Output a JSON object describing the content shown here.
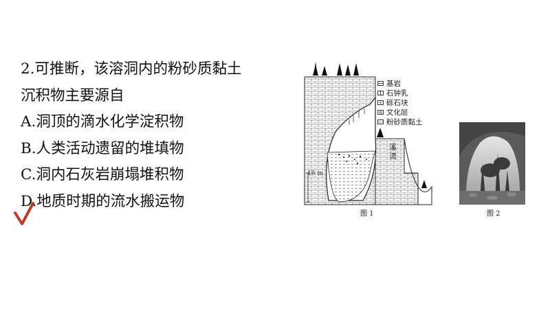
{
  "question": {
    "stem_line1": "2.可推断，该溶洞内的粉砂质黏土",
    "stem_line2": "沉积物主要源自",
    "options": [
      {
        "letter": "A",
        "text": "A.洞顶的滴水化学淀积物"
      },
      {
        "letter": "B",
        "text": "B.人类活动遗留的堆填物"
      },
      {
        "letter": "C",
        "text": "C.洞内石灰岩崩塌堆积物"
      },
      {
        "letter": "D",
        "text": "D.地质时期的流水搬运物"
      }
    ],
    "answer_mark": "D"
  },
  "figure1": {
    "caption": "图 1",
    "legend": [
      {
        "label": "基岩",
        "icon": "bedrock-swatch"
      },
      {
        "label": "石钟乳",
        "icon": "stalactite-swatch"
      },
      {
        "label": "砾石块",
        "icon": "gravel-swatch"
      },
      {
        "label": "文化层",
        "icon": "cultural-layer-swatch"
      },
      {
        "label": "粉砂质黏土",
        "icon": "silty-clay-swatch"
      }
    ],
    "stream_label": "溪流",
    "scale_label": "16 m"
  },
  "figure2": {
    "caption": "图 2"
  },
  "colors": {
    "text": "#111111",
    "check": "#c0392b"
  }
}
